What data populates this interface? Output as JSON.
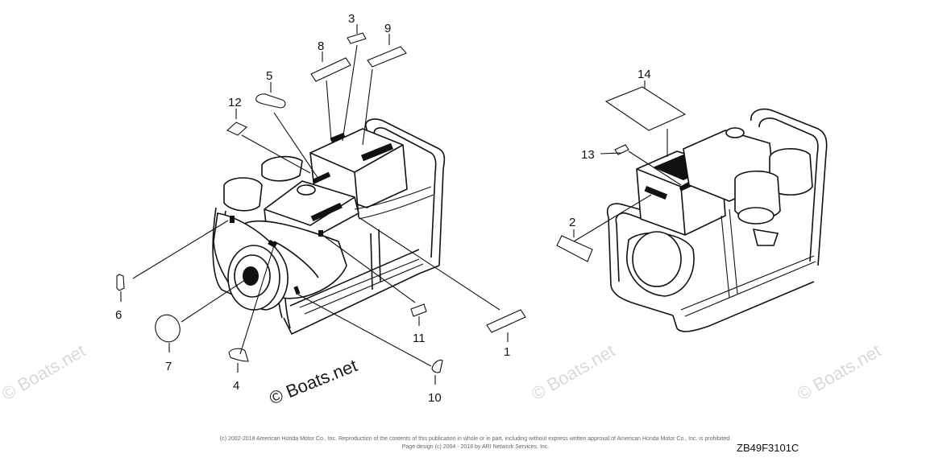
{
  "callouts": {
    "c1": "1",
    "c2": "2",
    "c3": "3",
    "c4": "4",
    "c5": "5",
    "c6": "6",
    "c7": "7",
    "c8": "8",
    "c9": "9",
    "c10": "10",
    "c11": "11",
    "c12": "12",
    "c13": "13",
    "c14": "14"
  },
  "watermarks": {
    "center": "© Boats.net",
    "faint": "© Boats.net"
  },
  "footer": {
    "copyright_line": "(c) 2002-2018 American Honda Motor Co., Inc. Reproduction of the contents of this publication in whole or in part, including without express written approval of American Honda Motor Co., Inc. is prohibited.",
    "design_line": "Page design (c) 2004 - 2018 by ARI Network Services, Inc.",
    "diagram_code": "ZB49F3101C"
  }
}
